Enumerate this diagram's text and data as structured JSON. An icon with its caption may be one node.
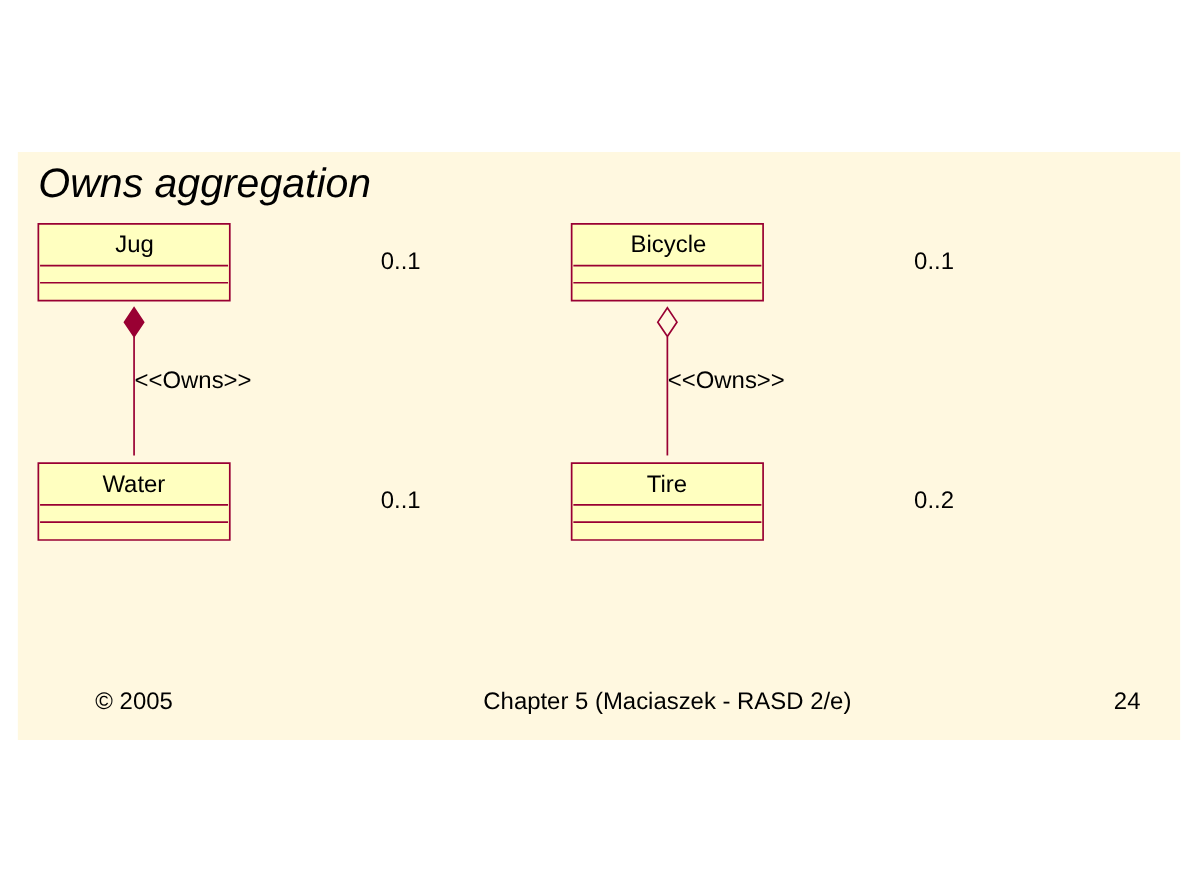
{
  "diagram": {
    "title": "Owns aggregation",
    "nodes": [
      {
        "text": [
          "Jug"
        ]
      },
      {
        "text": [
          "Water"
        ]
      },
      {
        "text": [
          "Bicycle"
        ]
      },
      {
        "text": [
          "Tire"
        ]
      }
    ],
    "edges": [
      {
        "from": 0,
        "to": 1,
        "arrow": "other",
        "label": "<<Owns>>"
      },
      {
        "from": 2,
        "to": 3,
        "arrow": "other",
        "label": "<<Owns>>"
      }
    ],
    "labels": [
      "0..1",
      "0..1",
      "0..1",
      "0..2",
      "© 2005",
      "Chapter 5 (Maciaszek - RASD 2/e)",
      "24"
    ]
  }
}
